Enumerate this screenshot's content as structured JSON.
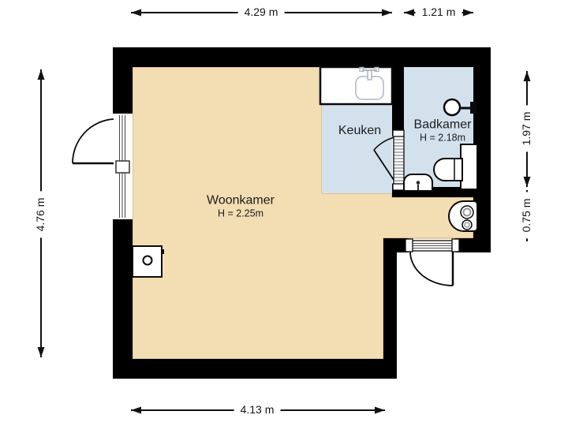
{
  "page": {
    "type": "floor-plan"
  },
  "colors": {
    "wall": "#000000",
    "living_floor": "#F3DDB3",
    "wet_room_floor": "#D3E1ED",
    "background": "#FFFFFF",
    "dimension_text": "#151515"
  },
  "rooms": {
    "woonkamer": {
      "name": "Woonkamer",
      "height": "H = 2.25m"
    },
    "keuken": {
      "name": "Keuken"
    },
    "badkamer": {
      "name": "Badkamer",
      "height": "H = 2.18m"
    }
  },
  "dimensions": {
    "top_main": "4.29 m",
    "top_secondary": "1.21 m",
    "left_height": "4.76 m",
    "right_upper": "1.97 m",
    "right_lower": "0.75 m",
    "bottom_width": "4.13 m"
  },
  "fixtures": [
    "kitchen-counter-sink",
    "shower-head",
    "toilet",
    "hand-basin",
    "boiler",
    "wall-cabinet"
  ]
}
